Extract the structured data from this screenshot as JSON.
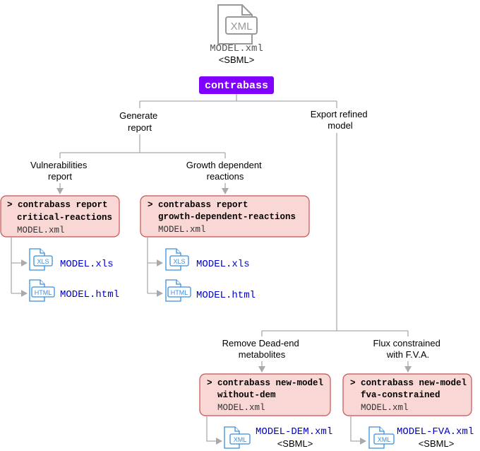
{
  "source": {
    "icon": "xml-file-icon",
    "icon_label": "XML",
    "filename": "MODEL.xml",
    "format": "<SBML>"
  },
  "tool": {
    "label": "contrabass",
    "color": "#7f00ff"
  },
  "branches": {
    "report": "Generate\nreport",
    "export": "Export refined\nmodel"
  },
  "report_branches": [
    {
      "label": "Vulnerabilities\nreport",
      "command": [
        "> contrabass report",
        "critical-reactions"
      ],
      "arg": "MODEL.xml",
      "outputs": [
        {
          "icon_label": "XLS",
          "file": "MODEL.xls"
        },
        {
          "icon_label": "HTML",
          "file": "MODEL.html"
        }
      ]
    },
    {
      "label": "Growth dependent\nreactions",
      "command": [
        "> contrabass report",
        "growth-dependent-reactions"
      ],
      "arg": "MODEL.xml",
      "outputs": [
        {
          "icon_label": "XLS",
          "file": "MODEL.xls"
        },
        {
          "icon_label": "HTML",
          "file": "MODEL.html"
        }
      ]
    }
  ],
  "export_branches": [
    {
      "label": "Remove Dead-end\nmetabolites",
      "command": [
        "> contrabass new-model",
        "without-dem"
      ],
      "arg": "MODEL.xml",
      "output": {
        "icon_label": "XML",
        "file": "MODEL-DEM.xml",
        "format": "<SBML>"
      }
    },
    {
      "label": "Flux constrained\nwith F.V.A.",
      "command": [
        "> contrabass new-model",
        "fva-constrained"
      ],
      "arg": "MODEL.xml",
      "output": {
        "icon_label": "XML",
        "file": "MODEL-FVA.xml",
        "format": "<SBML>"
      }
    }
  ],
  "colors": {
    "box_fill": "#f8d7d4",
    "box_border": "#c85050",
    "connector": "#aaaaaa",
    "icon": "#3a8edb",
    "output_text": "#0000cc"
  }
}
